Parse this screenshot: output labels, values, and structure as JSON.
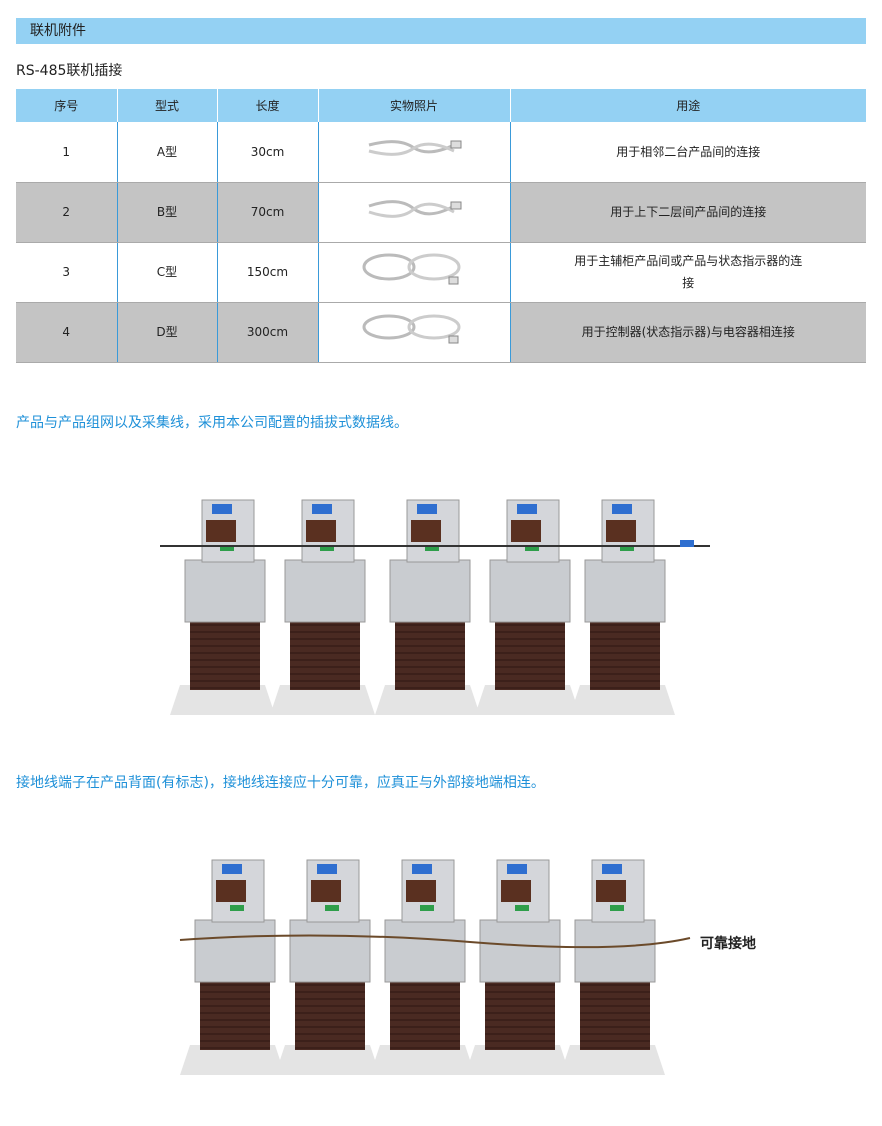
{
  "section_title": "联机附件",
  "subtitle": "RS-485联机插接",
  "table": {
    "headers": [
      "序号",
      "型式",
      "长度",
      "实物照片",
      "用途"
    ],
    "rows": [
      {
        "no": "1",
        "type": "A型",
        "length": "30cm",
        "use": "用于相邻二台产品间的连接"
      },
      {
        "no": "2",
        "type": "B型",
        "length": "70cm",
        "use": "用于上下二层间产品间的连接"
      },
      {
        "no": "3",
        "type": "C型",
        "length": "150cm",
        "use": "用于主辅柜产品间或产品与状态指示器的连接"
      },
      {
        "no": "4",
        "type": "D型",
        "length": "300cm",
        "use": "用于控制器(状态指示器)与电容器相连接"
      }
    ]
  },
  "note1": "产品与产品组网以及采集线，采用本公司配置的插拔式数据线。",
  "note2": "接地线端子在产品背面(有标志)，接地线连接应十分可靠，应真正与外部接地端相连。",
  "ground_label": "可靠接地"
}
